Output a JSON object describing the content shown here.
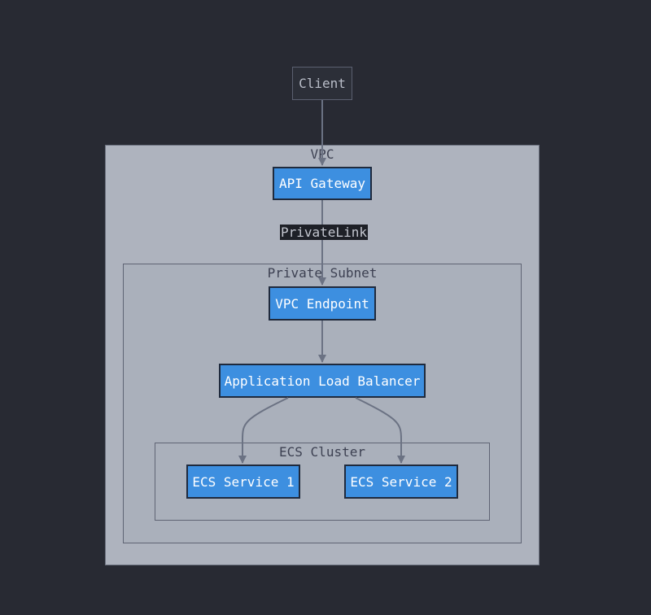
{
  "colors": {
    "background": "#282a33",
    "vpc_fill": "#aeb3be",
    "subnet_fill": "#aab0bb",
    "service_fill": "#3d8fe0",
    "service_border": "#1f2a3d",
    "edge": "#6b7283",
    "edge_label_bg": "#1e2027"
  },
  "groups": {
    "vpc": "VPC",
    "subnet": "Private Subnet",
    "cluster": "ECS Cluster"
  },
  "nodes": {
    "client": "Client",
    "api_gateway": "API Gateway",
    "vpc_endpoint": "VPC Endpoint",
    "alb": "Application Load Balancer",
    "ecs_service_1": "ECS Service 1",
    "ecs_service_2": "ECS Service 2"
  },
  "edges": [
    {
      "from": "Client",
      "to": "API Gateway",
      "label": ""
    },
    {
      "from": "API Gateway",
      "to": "VPC Endpoint",
      "label": "PrivateLink"
    },
    {
      "from": "VPC Endpoint",
      "to": "Application Load Balancer",
      "label": ""
    },
    {
      "from": "Application Load Balancer",
      "to": "ECS Service 1",
      "label": ""
    },
    {
      "from": "Application Load Balancer",
      "to": "ECS Service 2",
      "label": ""
    }
  ]
}
